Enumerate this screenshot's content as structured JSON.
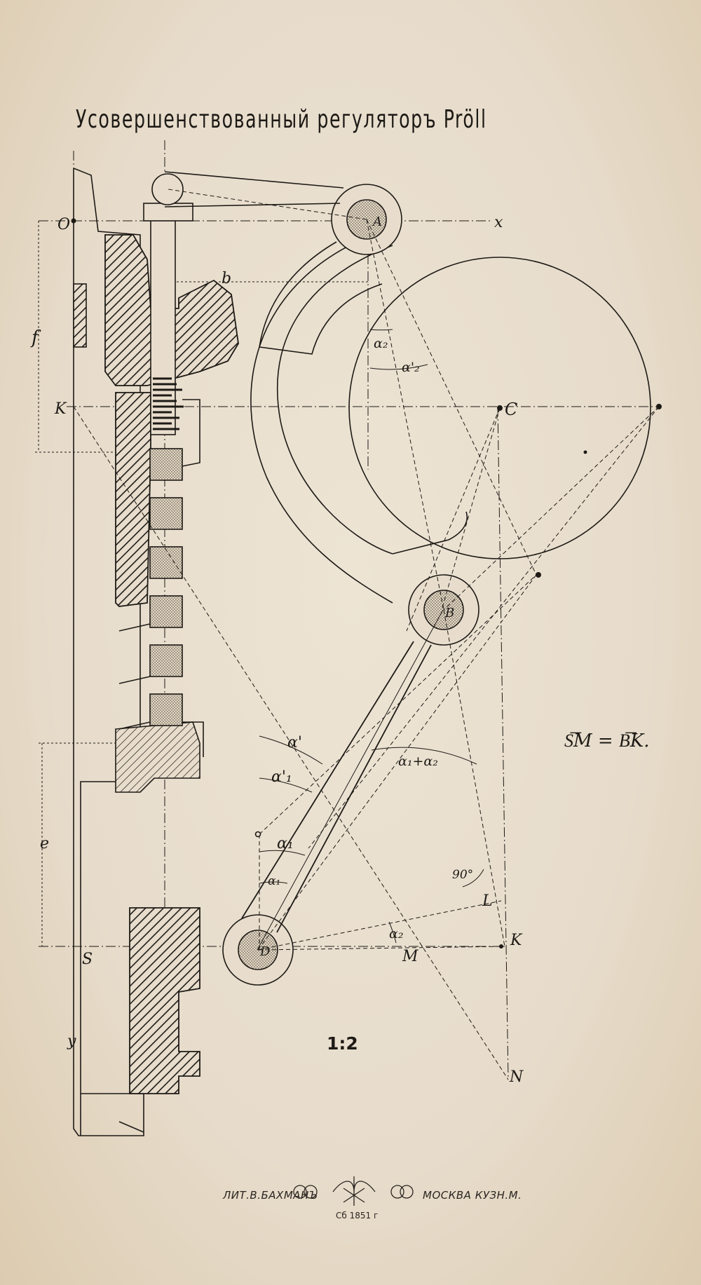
{
  "plate": {
    "title": "Усовершенствованный регуляторъ Pröll",
    "equation": "S͞M = B͞K.",
    "scale": "1:2"
  },
  "labels": {
    "O": "O",
    "x": "x",
    "A": "A",
    "b": "b",
    "f": "f",
    "K_left": "K",
    "C": "C",
    "B": "B",
    "e": "e",
    "S": "S",
    "y": "y",
    "D": "D",
    "M": "M",
    "K_right": "K",
    "L": "L",
    "N": "N",
    "angle_90": "90°",
    "alpha_prime": "α'",
    "alpha1_prime": "α'₁",
    "alpha1": "α₁",
    "alpha_sum": "α₁+α₂",
    "alpha2": "α₂",
    "alpha2_top": "α₂",
    "alpha2_prime": "α'₂",
    "alpha_small": "α₁"
  },
  "imprint": {
    "left": "ЛИТ.В.БАХМАНЪ",
    "right": "МОСКВА КУЗН.М.",
    "date": "Сб 1851 г"
  }
}
